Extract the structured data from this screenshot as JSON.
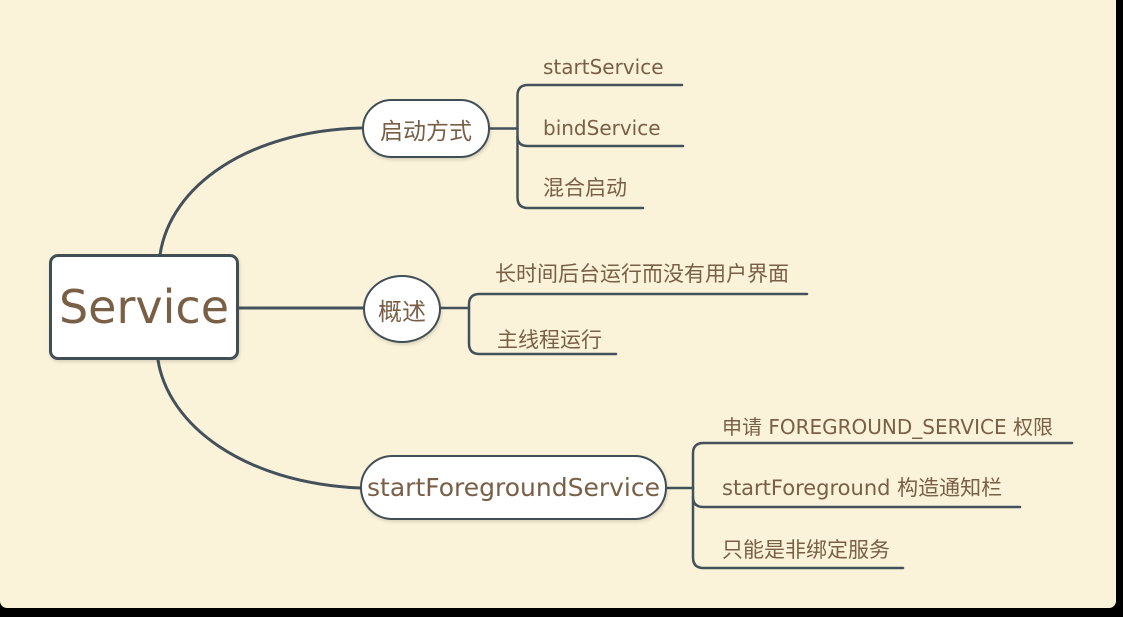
{
  "theme": {
    "canvas_bg": "#faf3da",
    "frame_color": "#000000",
    "line_color": "#44515a",
    "node_fill": "#ffffff",
    "node_border": "#404e56",
    "text_color": "#785f46"
  },
  "mindmap": {
    "root": {
      "label": "Service"
    },
    "branches": [
      {
        "label": "启动方式",
        "children": [
          "startService",
          "bindService",
          "混合启动"
        ]
      },
      {
        "label": "概述",
        "children": [
          "长时间后台运行而没有用户界面",
          "主线程运行"
        ]
      },
      {
        "label": "startForegroundService",
        "children": [
          "申请 FOREGROUND_SERVICE 权限",
          "startForeground 构造通知栏",
          "只能是非绑定服务"
        ]
      }
    ]
  }
}
